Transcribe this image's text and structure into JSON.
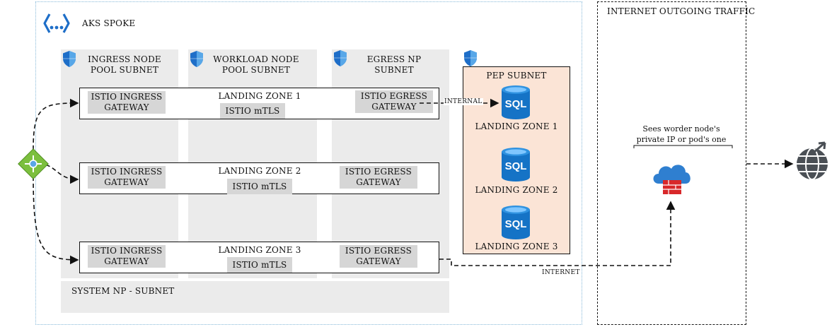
{
  "aks": {
    "title": "AKS SPOKE"
  },
  "internet_zone": {
    "title": "INTERNET OUTGOING TRAFFIC",
    "note": "Sees worder node's private IP or pod's one"
  },
  "subnets": {
    "ingress": "INGRESS NODE POOL SUBNET",
    "workload": "WORKLOAD NODE POOL SUBNET",
    "egress": "EGRESS NP SUBNET",
    "pep": "PEP SUBNET",
    "system": "SYSTEM NP - SUBNET"
  },
  "landing_zones": [
    {
      "title": "LANDING ZONE 1",
      "ingress": "ISTIO INGRESS GATEWAY",
      "mtls": "ISTIO mTLS",
      "egress": "ISTIO EGRESS GATEWAY"
    },
    {
      "title": "LANDING ZONE 2",
      "ingress": "ISTIO INGRESS GATEWAY",
      "mtls": "ISTIO mTLS",
      "egress": "ISTIO EGRESS GATEWAY"
    },
    {
      "title": "LANDING ZONE 3",
      "ingress": "ISTIO INGRESS GATEWAY",
      "mtls": "ISTIO mTLS",
      "egress": "ISTIO EGRESS GATEWAY"
    }
  ],
  "sql_dbs": [
    {
      "icon_text": "SQL",
      "label": "LANDING ZONE 1"
    },
    {
      "icon_text": "SQL",
      "label": "LANDING ZONE 2"
    },
    {
      "icon_text": "SQL",
      "label": "LANDING ZONE 3"
    }
  ],
  "connectors": {
    "internal": "INTERNAL",
    "internet": "INTERNET"
  },
  "icons": [
    "aks-icon",
    "shield-icon",
    "load-balancer-icon",
    "sql-database-icon",
    "firewall-cloud-icon",
    "globe-icon"
  ],
  "colors": {
    "azure_blue": "#1e6ec8",
    "sql_blue": "#1573c6",
    "firewall_red": "#d8282a",
    "pep_fill": "#fbe4d6",
    "subnet_fill": "#ebebeb",
    "gateway_fill": "#d6d6d6",
    "lb_green": "#7cbf3e"
  }
}
